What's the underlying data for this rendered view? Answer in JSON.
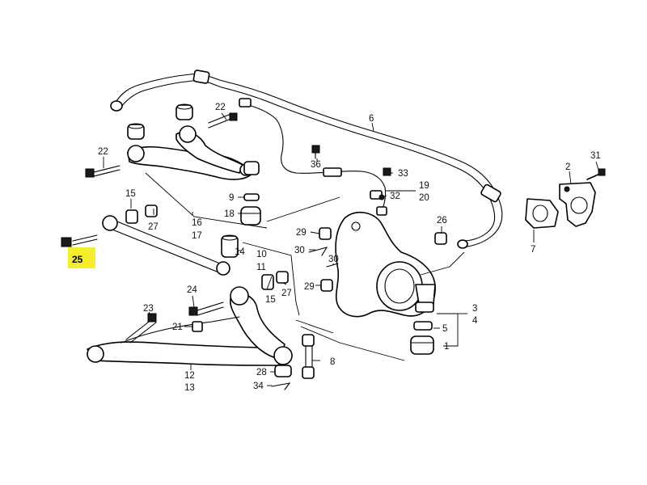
{
  "diagram": {
    "highlight_color": "#f5ee2c",
    "labels": {
      "p1": "1",
      "p2": "2",
      "p3": "3",
      "p4": "4",
      "p5": "5",
      "p6": "6",
      "p7": "7",
      "p8": "8",
      "p9": "9",
      "p10": "10",
      "p11": "11",
      "p12": "12",
      "p13": "13",
      "p14": "14",
      "p15a": "15",
      "p15b": "15",
      "p16": "16",
      "p17": "17",
      "p18": "18",
      "p19": "19",
      "p20": "20",
      "p21": "21",
      "p22a": "22",
      "p22b": "22",
      "p23": "23",
      "p24": "24",
      "p25": "25",
      "p26": "26",
      "p27a": "27",
      "p27b": "27",
      "p28": "28",
      "p29a": "29",
      "p29b": "29",
      "p30a": "30",
      "p30b": "30",
      "p31": "31",
      "p32": "32",
      "p33": "33",
      "p34": "34",
      "p36": "36"
    }
  }
}
